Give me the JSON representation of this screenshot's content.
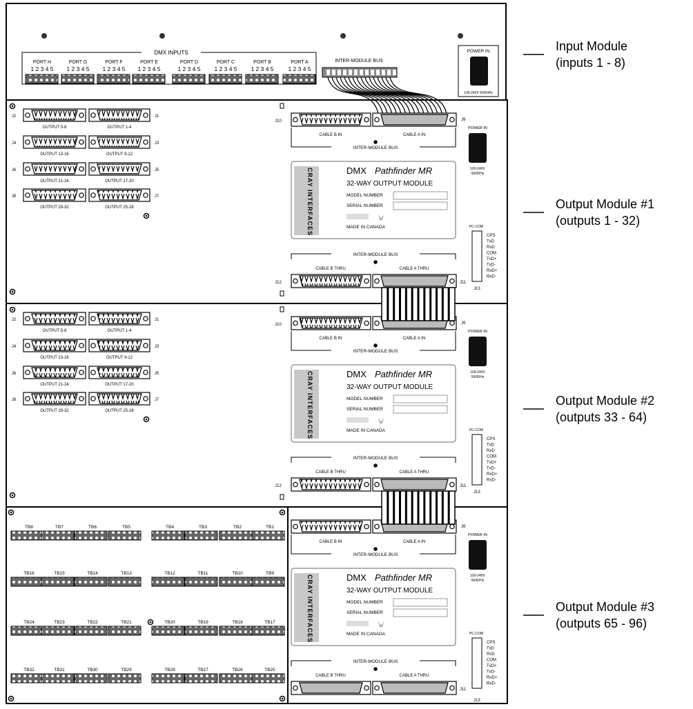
{
  "input_module": {
    "dmx_inputs": "DMX INPUTS",
    "ports": [
      {
        "name": "PORT H",
        "pins": "1 2 3 4 5"
      },
      {
        "name": "PORT G",
        "pins": "1 2 3 4 5"
      },
      {
        "name": "PORT F",
        "pins": "1 2 3 4 5"
      },
      {
        "name": "PORT E",
        "pins": "1 2 3 4 5"
      },
      {
        "name": "PORT D",
        "pins": "1 2 3 4 5"
      },
      {
        "name": "PORT C",
        "pins": "1 2 3 4 5"
      },
      {
        "name": "PORT B",
        "pins": "1 2 3 4 5"
      },
      {
        "name": "PORT A",
        "pins": "1 2 3 4 5"
      }
    ],
    "bus_label": "INTER-MODULE BUS",
    "power_in": "POWER IN",
    "power_rating": "100-240V 50/60Hz"
  },
  "output_module": {
    "connectors_left": [
      {
        "label": "OUTPUT 5-8",
        "jack": "J2"
      },
      {
        "label": "OUTPUT 13-16",
        "jack": "J4"
      },
      {
        "label": "OUTPUT 21-24",
        "jack": "J6"
      },
      {
        "label": "OUTPUT 29-32",
        "jack": "J8"
      }
    ],
    "connectors_right": [
      {
        "label": "OUTPUT 1-4",
        "jack": "J1"
      },
      {
        "label": "OUTPUT 9-12",
        "jack": "J3"
      },
      {
        "label": "OUTPUT 17-20",
        "jack": "J5"
      },
      {
        "label": "OUTPUT 25-28",
        "jack": "J7"
      }
    ],
    "cable_b_in": "CABLE B IN",
    "cable_a_in": "CABLE A IN",
    "inter_bus": "INTER-MODULE BUS",
    "j9": "J9",
    "j10": "J10",
    "j11": "J11",
    "j12": "J12",
    "j13": "J13",
    "cable_b_thru": "CABLE B THRU",
    "cable_a_thru": "CABLE A THRU",
    "power_in": "POWER IN",
    "power_rating_1": "100-240V",
    "power_rating_2": "50/60Hz",
    "pc_com": "PC-COM",
    "pc_pins": [
      "CPS",
      "TxD",
      "RxD",
      "COM",
      "TxD+",
      "TxD-",
      "RxD+",
      "RxD-"
    ],
    "logo": "CRAY INTERFACES",
    "product_line1": "DMX",
    "product_line1_italic": "Pathfinder MR",
    "product_line2": "32-WAY OUTPUT MODULE",
    "model_number": "MODEL NUMBER",
    "serial_number": "SERIAL NUMBER",
    "made_in": "MADE IN CANADA"
  },
  "terminal_blocks": [
    [
      "TB8",
      "TB7",
      "TB6",
      "TB5",
      "TB4",
      "TB3",
      "TB2",
      "TB1"
    ],
    [
      "TB16",
      "TB15",
      "TB14",
      "TB13",
      "TB12",
      "TB11",
      "TB10",
      "TB9"
    ],
    [
      "TB24",
      "TB23",
      "TB22",
      "TB21",
      "TB20",
      "TB19",
      "TB18",
      "TB17"
    ],
    [
      "TB32",
      "TB31",
      "TB30",
      "TB29",
      "TB28",
      "TB27",
      "TB26",
      "TB25"
    ]
  ],
  "callouts": [
    {
      "title": "Input Module",
      "sub": "(inputs 1 - 8)"
    },
    {
      "title": "Output Module #1",
      "sub": "(outputs 1 - 32)"
    },
    {
      "title": "Output Module #2",
      "sub": "(outputs 33 - 64)"
    },
    {
      "title": "Output Module #3",
      "sub": "(outputs 65 - 96)"
    }
  ]
}
